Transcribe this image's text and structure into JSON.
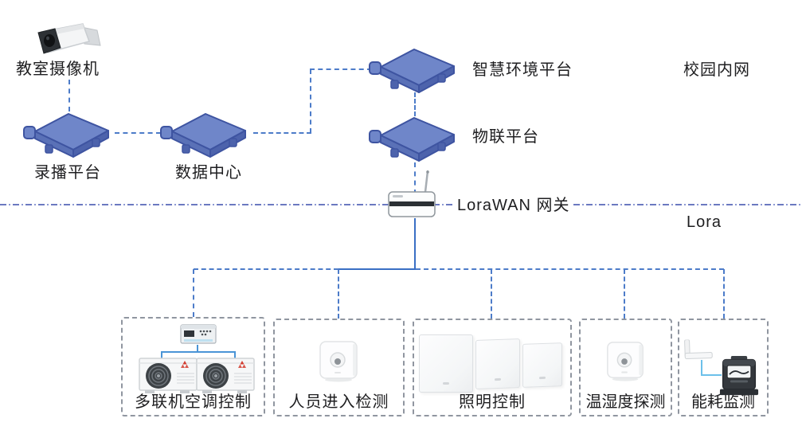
{
  "zones": {
    "intranet_label": "校园内网",
    "lora_label": "Lora"
  },
  "nodes": {
    "camera": {
      "label": "教室摄像机"
    },
    "recording_platform": {
      "label": "录播平台"
    },
    "data_center": {
      "label": "数据中心"
    },
    "smart_env_platform": {
      "label": "智慧环境平台"
    },
    "iot_platform": {
      "label": "物联平台"
    },
    "lorawan_gateway": {
      "label": "LoraWAN 网关"
    }
  },
  "device_groups": [
    {
      "label": "多联机空调控制"
    },
    {
      "label": "人员进入检测"
    },
    {
      "label": "照明控制"
    },
    {
      "label": "温湿度探测"
    },
    {
      "label": "能耗监测"
    }
  ],
  "colors": {
    "platform_top": "#6f86c9",
    "platform_side": "#4d63ac",
    "platform_outline": "#3e54a1",
    "edge_dashed_blue": "#4d7cc9",
    "edge_solid_blue": "#3a6fc4",
    "lora_boundary": "#6b79c0",
    "group_border": "#9096a0",
    "accent_lightblue": "#55aede",
    "text": "#1e1e20"
  }
}
